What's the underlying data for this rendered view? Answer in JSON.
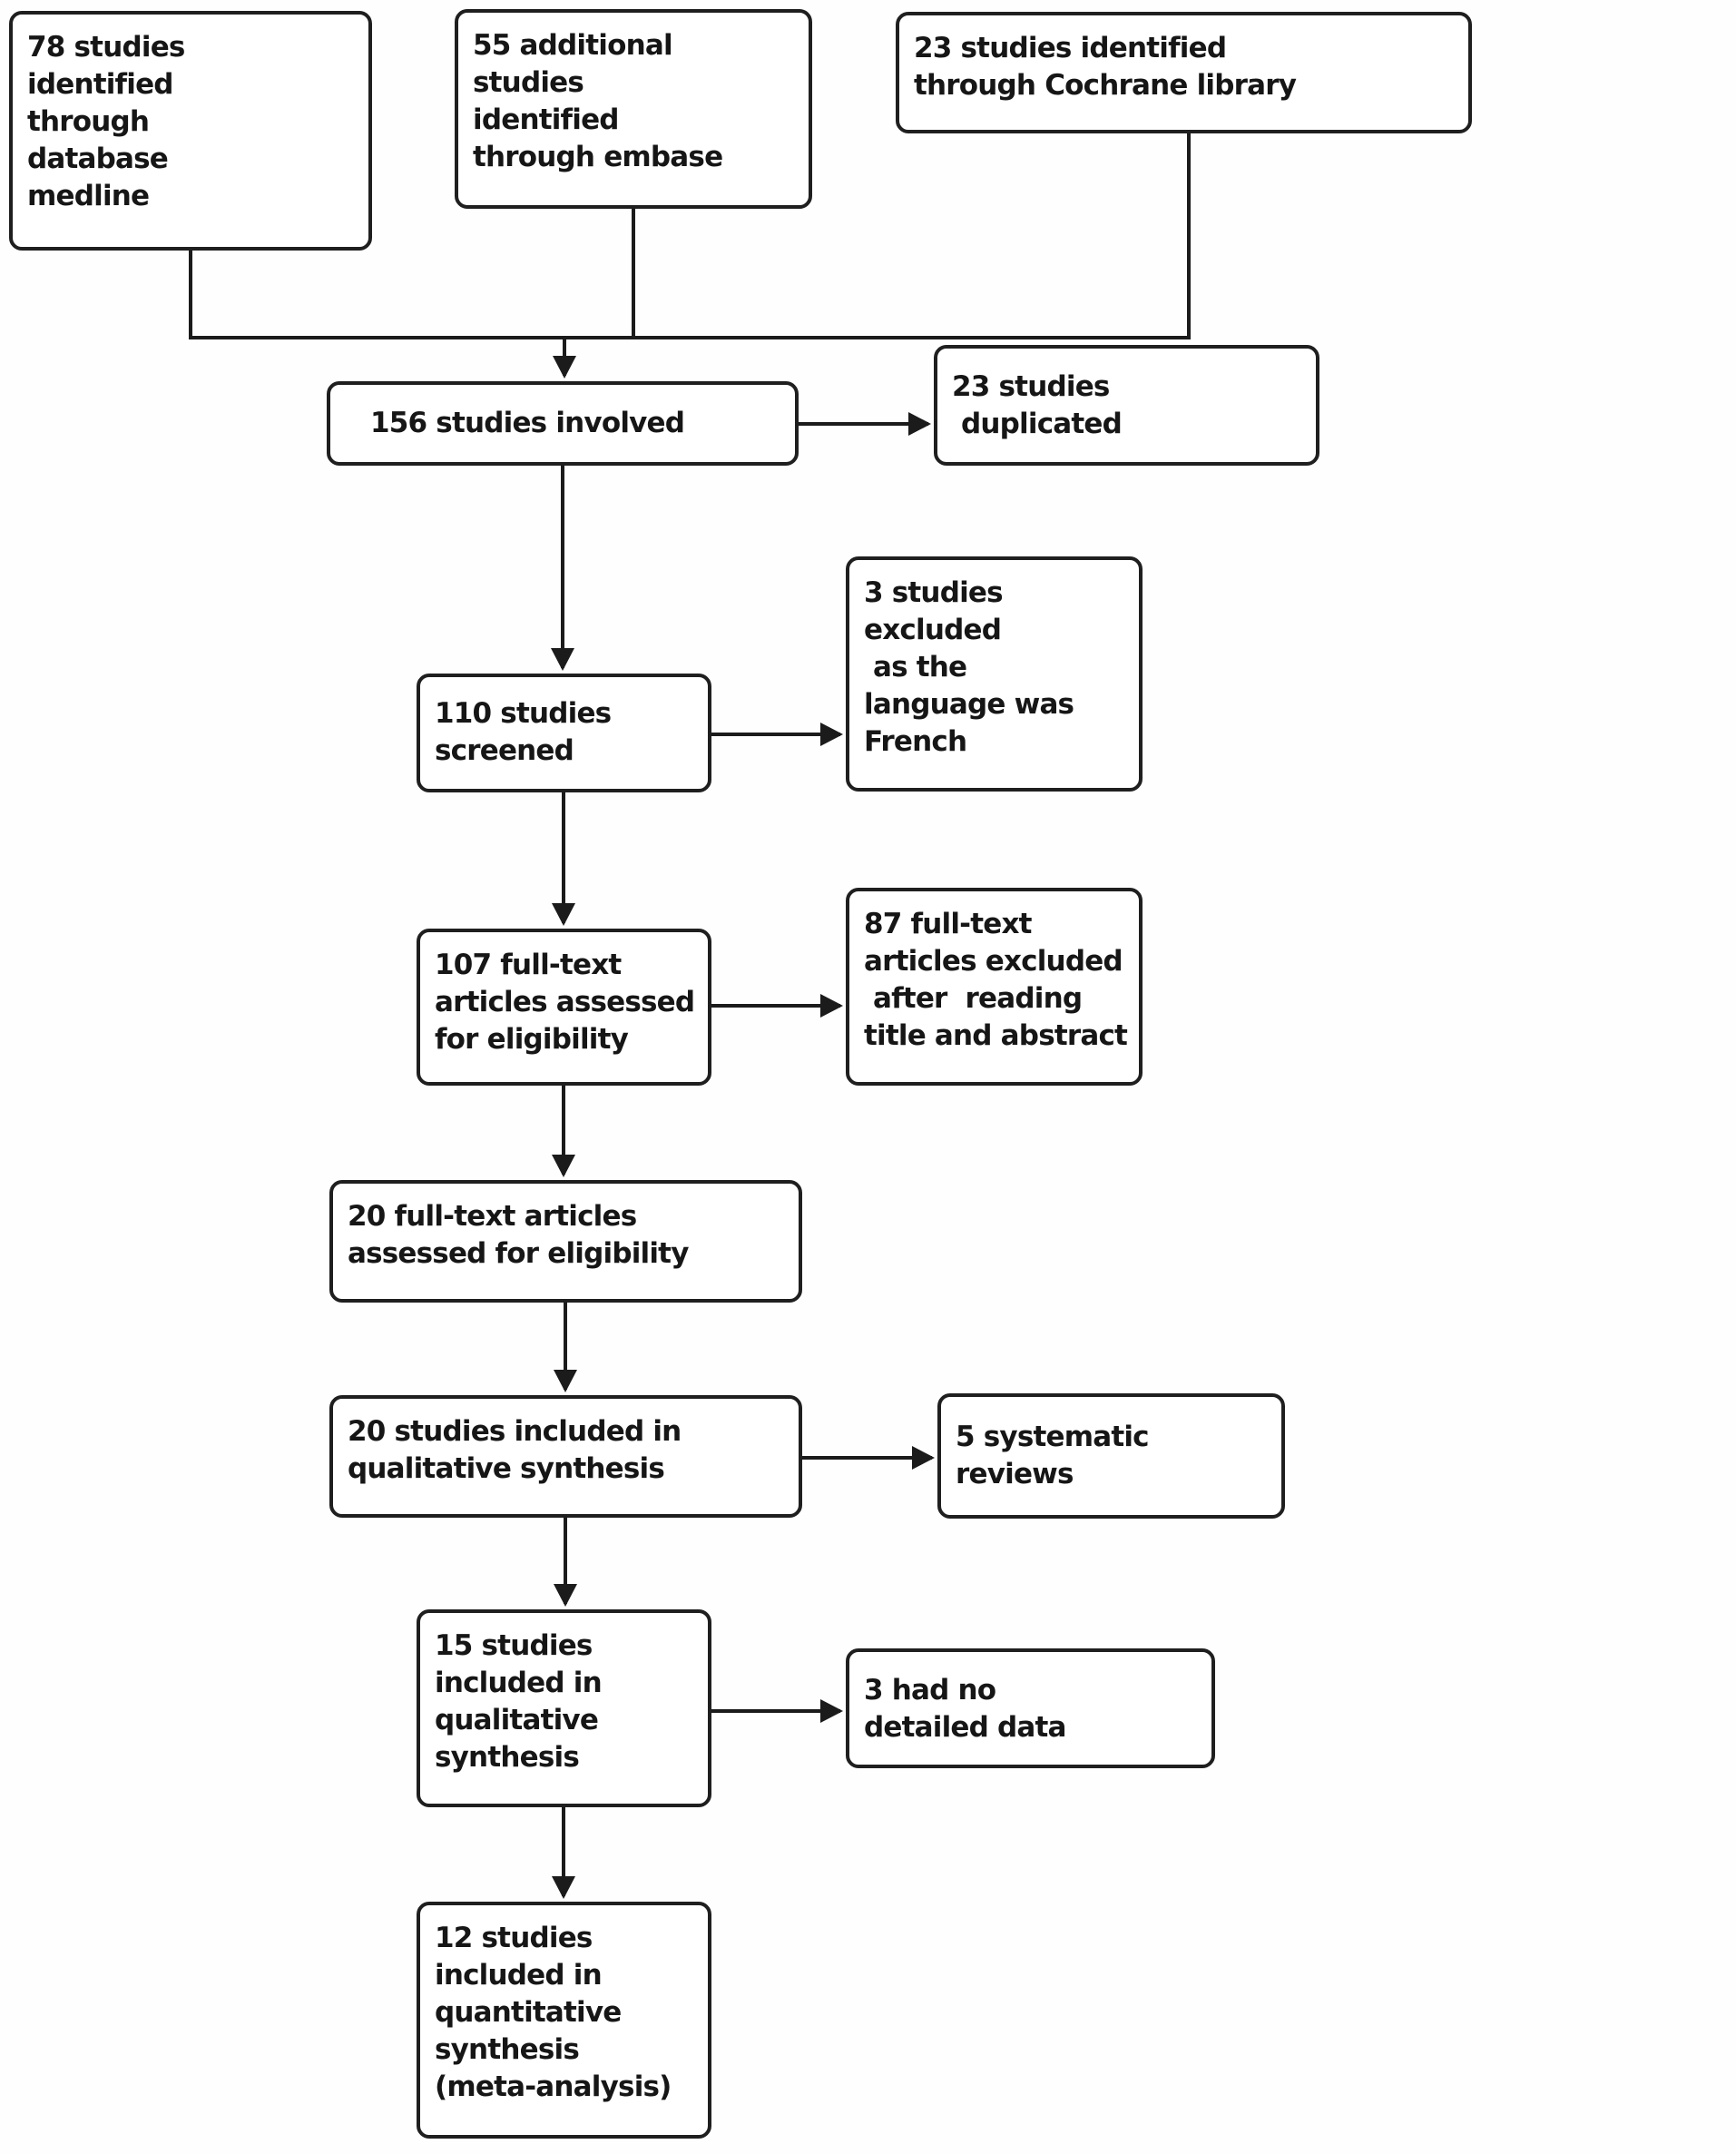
{
  "boxes": {
    "medline": {
      "text": "78 studies\nidentified\nthrough\ndatabase\nmedline"
    },
    "embase": {
      "text": "55 additional\nstudies\nidentified\nthrough embase"
    },
    "cochrane": {
      "text": "23 studies identified\nthrough Cochrane library"
    },
    "involved": {
      "text": "156 studies involved"
    },
    "duplicated": {
      "text": "23 studies\n duplicated"
    },
    "screened": {
      "text": "110 studies\nscreened"
    },
    "excluded_language": {
      "text": "3 studies\nexcluded\n as the\nlanguage was\nFrench"
    },
    "fulltext_assessed": {
      "text": "107 full-text\narticles assessed\nfor eligibility"
    },
    "fulltext_excluded": {
      "text": "87 full-text\narticles excluded\n after  reading\ntitle and abstract"
    },
    "fulltext_eligibility": {
      "text": "20 full-text articles\nassessed for eligibility"
    },
    "qualitative_included": {
      "text": "20 studies included in\nqualitative synthesis"
    },
    "systematic_reviews": {
      "text": "5 systematic\nreviews"
    },
    "qualitative_15": {
      "text": "15 studies\nincluded in\nqualitative\nsynthesis"
    },
    "no_detailed_data": {
      "text": "3 had no\ndetailed data"
    },
    "quantitative_12": {
      "text": "12 studies\nincluded in\nquantitative\nsynthesis\n(meta-analysis)"
    }
  },
  "edges": [
    {
      "from": "medline",
      "to": "involved"
    },
    {
      "from": "embase",
      "to": "involved"
    },
    {
      "from": "cochrane",
      "to": "involved"
    },
    {
      "from": "involved",
      "to": "duplicated"
    },
    {
      "from": "involved",
      "to": "screened"
    },
    {
      "from": "screened",
      "to": "excluded_language"
    },
    {
      "from": "screened",
      "to": "fulltext_assessed"
    },
    {
      "from": "fulltext_assessed",
      "to": "fulltext_excluded"
    },
    {
      "from": "fulltext_assessed",
      "to": "fulltext_eligibility"
    },
    {
      "from": "fulltext_eligibility",
      "to": "qualitative_included"
    },
    {
      "from": "qualitative_included",
      "to": "systematic_reviews"
    },
    {
      "from": "qualitative_included",
      "to": "qualitative_15"
    },
    {
      "from": "qualitative_15",
      "to": "no_detailed_data"
    },
    {
      "from": "qualitative_15",
      "to": "quantitative_12"
    }
  ],
  "colors": {
    "box_border": "#1f1f1f",
    "box_fill": "#ffffff",
    "line": "#1b1b1b",
    "text": "#161616",
    "background": "#fefefe"
  }
}
